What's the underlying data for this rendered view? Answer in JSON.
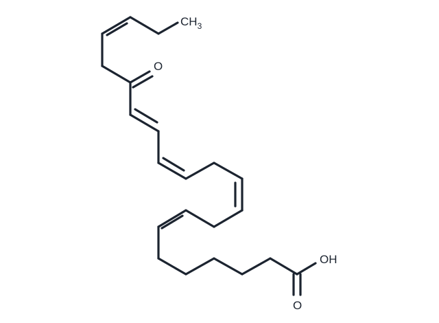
{
  "labels": {
    "methyl_main": "CH",
    "methyl_sub": "3",
    "ketone_oxygen": "O",
    "hydroxyl": "OH",
    "carbonyl_oxygen": "O"
  },
  "colors": {
    "ink": "#1c2430",
    "background": "#ffffff"
  }
}
